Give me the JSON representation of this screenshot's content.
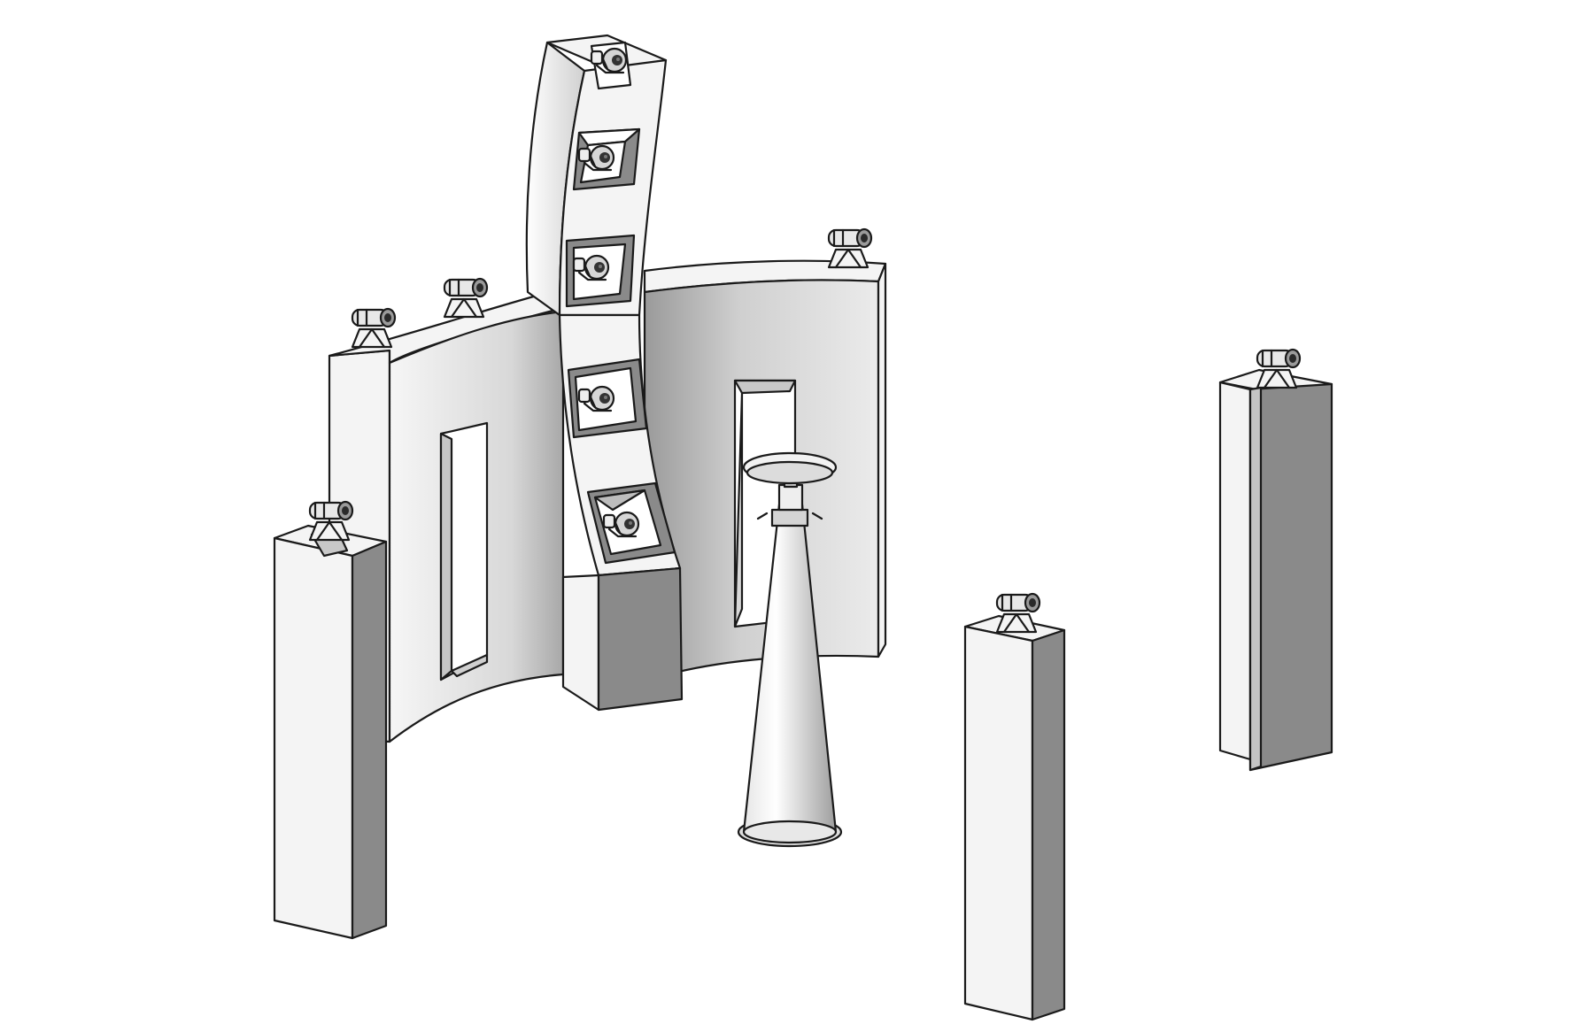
{
  "figure": {
    "kind": "isometric line drawing",
    "components": {
      "curved_wall": {
        "openings": 2
      },
      "tower": {
        "camera_bays": 5,
        "top_cameras": 1
      },
      "pillars": 3,
      "central_stand": 1,
      "cameras_total": 12
    }
  },
  "colors": {
    "background": "#ffffff",
    "outline": "#1a1a1a",
    "light_face": "#f4f4f4",
    "mid_face": "#bdbdbd",
    "dark_face": "#8a8a8a"
  }
}
